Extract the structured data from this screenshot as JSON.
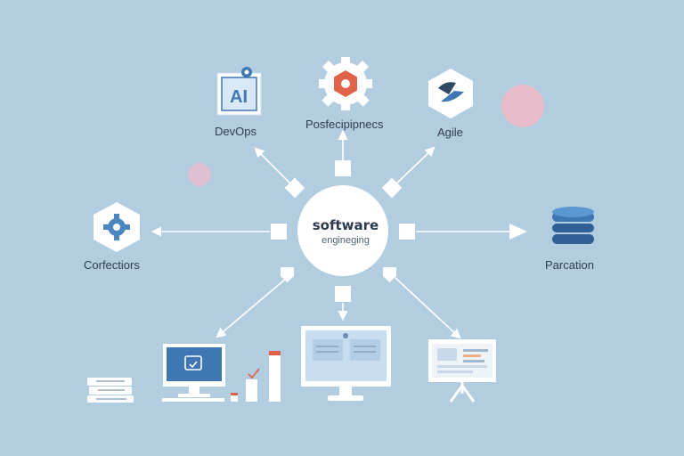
{
  "diagram": {
    "center": {
      "title": "software",
      "subtitle": "engineging"
    },
    "nodes": [
      {
        "id": "devops",
        "label": "DevOps",
        "icon": "ai-badge-icon",
        "icon_text": "AI"
      },
      {
        "id": "center-top",
        "label": "Posfecipipnecs",
        "icon": "gear-icon"
      },
      {
        "id": "agile",
        "label": "Agile",
        "icon": "hexagon-logo-icon"
      },
      {
        "id": "left",
        "label": "Corfectiors",
        "icon": "gear-hexagon-icon"
      },
      {
        "id": "right",
        "label": "Parcation",
        "icon": "database-icon"
      }
    ],
    "bottom_items": [
      {
        "id": "books",
        "icon": "book-stack-icon"
      },
      {
        "id": "monitor",
        "icon": "monitor-icon"
      },
      {
        "id": "bars",
        "icon": "bar-chart-icon"
      },
      {
        "id": "desktop",
        "icon": "desktop-computer-icon"
      },
      {
        "id": "presentation",
        "icon": "presentation-board-icon"
      }
    ],
    "colors": {
      "background": "#b3cde0",
      "accent_blue": "#3f77b4",
      "accent_red": "#e0624a",
      "pink_dot": "#e8bccb",
      "node_white": "#ffffff"
    }
  }
}
